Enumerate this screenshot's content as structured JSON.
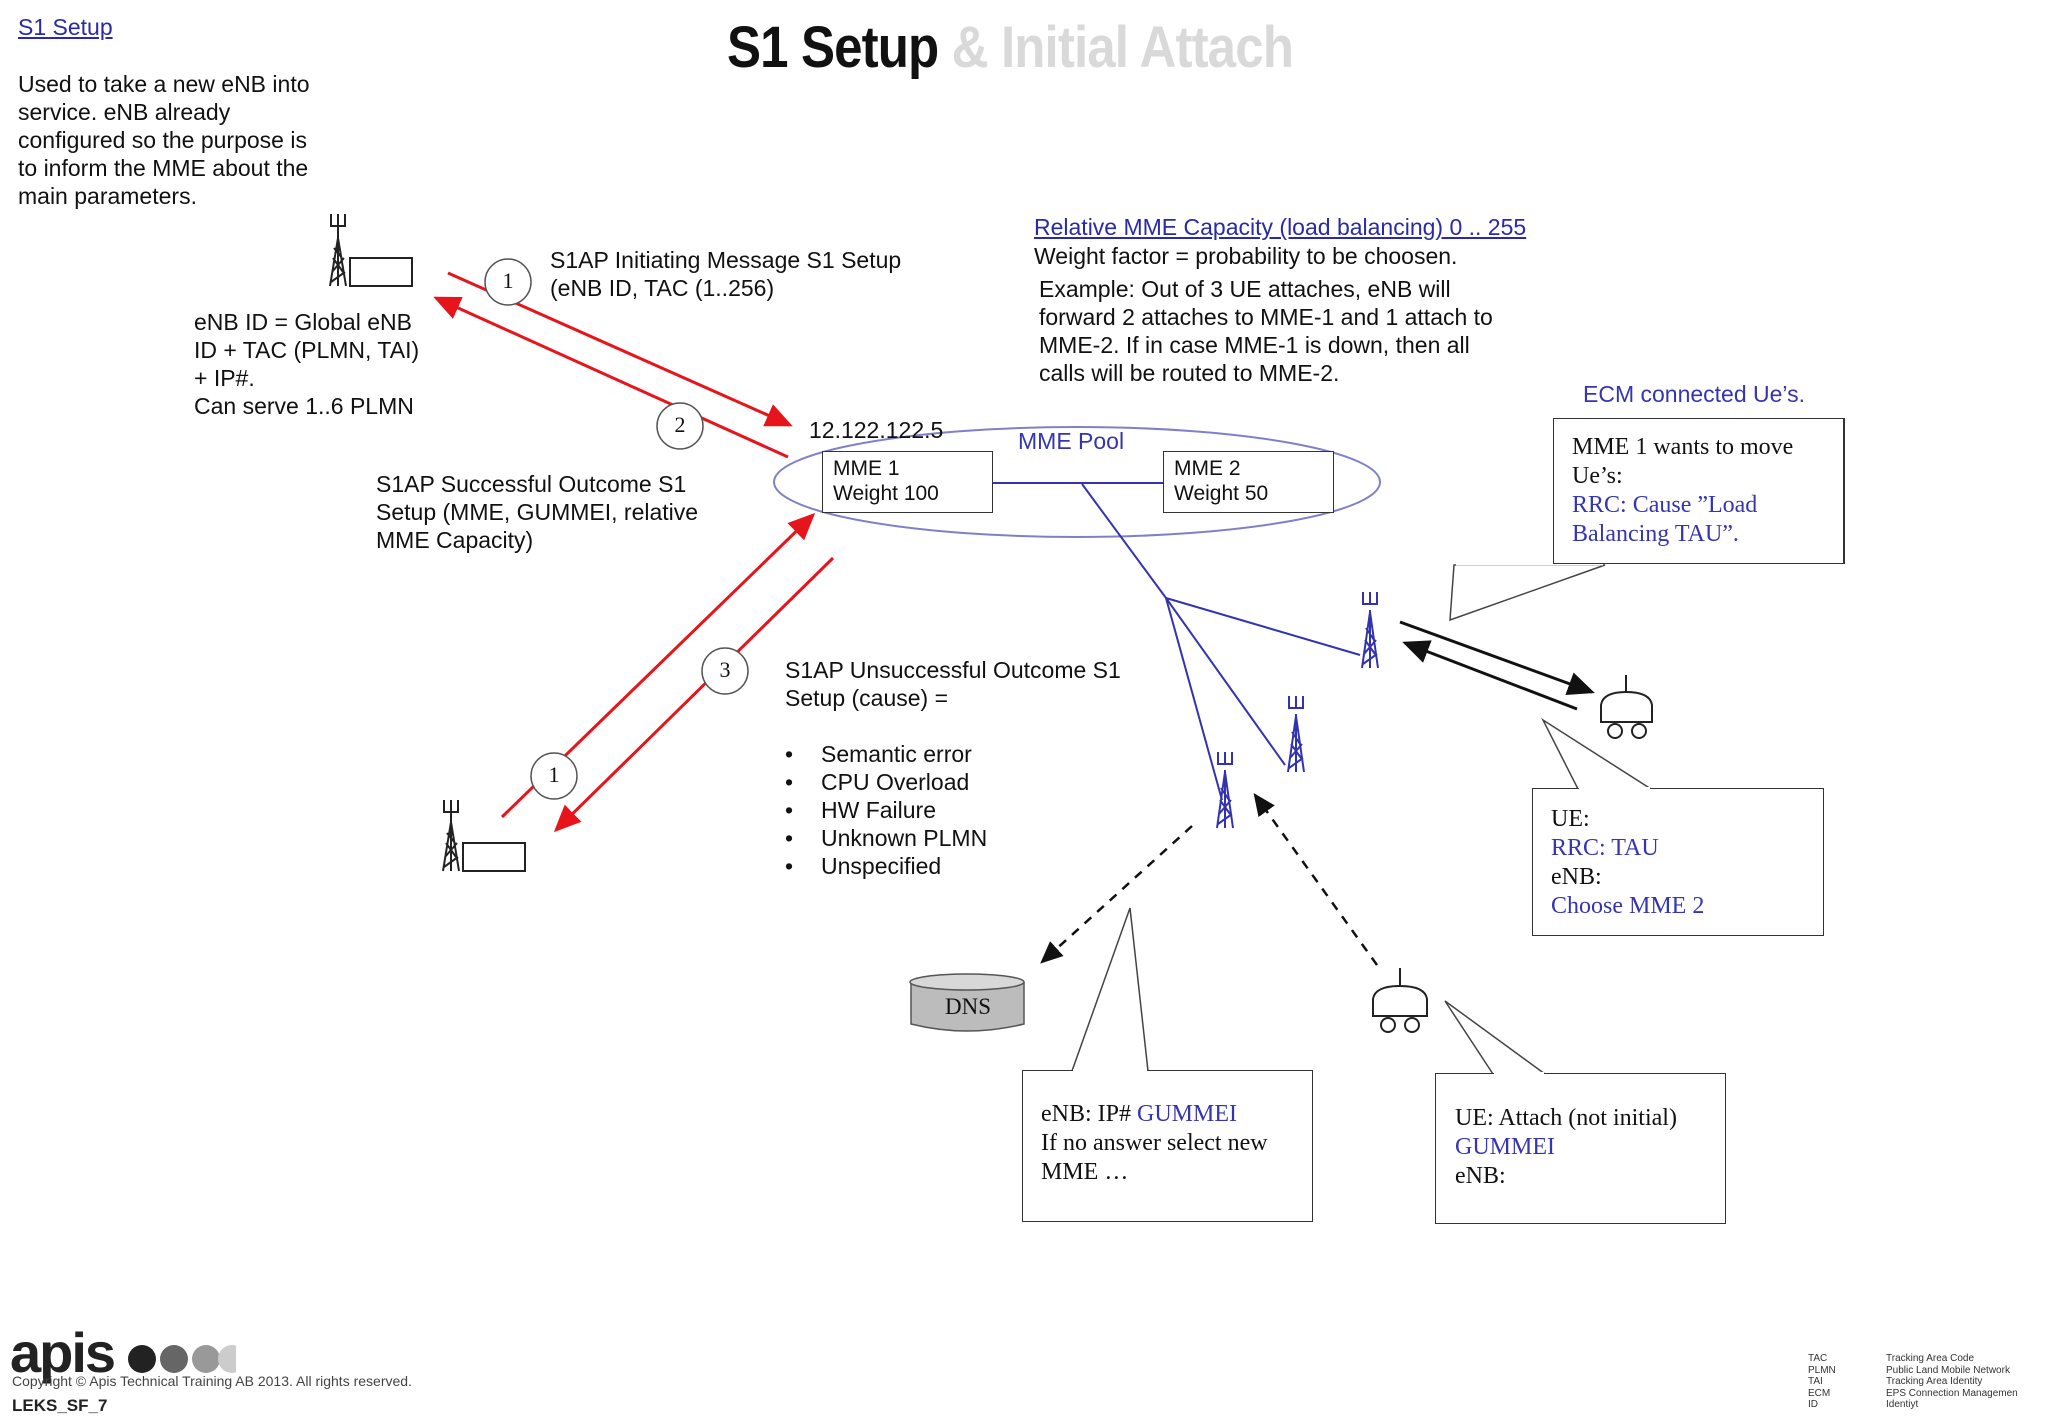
{
  "header": {
    "link": "S1 Setup",
    "title_main": "S1 Setup",
    "title_rest": "& Initial Attach"
  },
  "intro": {
    "lines": [
      "Used to take a new eNB into",
      "service. eNB already",
      "configured so the purpose is",
      "to inform the MME about the",
      "main parameters."
    ]
  },
  "enb_note": {
    "lines": [
      "eNB ID  = Global eNB",
      "ID + TAC (PLMN, TAI)",
      "+ IP#.",
      "Can serve 1..6 PLMN"
    ]
  },
  "step_labels": {
    "step1": "1",
    "step2": "2",
    "step3": "3",
    "step1b": "1"
  },
  "msg_initiating": {
    "lines": [
      "S1AP Initiating Message S1 Setup",
      "(eNB ID, TAC (1..256)"
    ]
  },
  "msg_success": {
    "lines": [
      "S1AP Successful Outcome S1",
      "Setup (MME, GUMMEI, relative",
      "MME Capacity)"
    ]
  },
  "msg_unsuccess": {
    "lines": [
      "S1AP Unsuccessful Outcome S1",
      "Setup (cause) ="
    ],
    "causes": [
      "Semantic error",
      "CPU Overload",
      "HW Failure",
      "Unknown PLMN",
      "Unspecified"
    ]
  },
  "capacity": {
    "link": "Relative MME Capacity (load balancing) 0 .. 255",
    "weight_line": "Weight factor = probability to be choosen.",
    "example_lines": [
      "Example: Out of 3 UE attaches, eNB will",
      "forward 2 attaches to MME-1 and 1 attach to",
      "MME-2.  If in case MME-1 is down, then all",
      "calls will be routed to MME-2."
    ]
  },
  "pool": {
    "ip": "12.122.122.5",
    "label": "MME Pool",
    "mme1": {
      "name": "MME 1",
      "weight": "Weight 100"
    },
    "mme2": {
      "name": "MME 2",
      "weight": "Weight 50"
    }
  },
  "ecm_label": "ECM connected Ue’s.",
  "callout_move": {
    "line1": "MME 1 wants to move",
    "line2": "Ue’s:",
    "line3": "RRC: Cause ”Load",
    "line4": "Balancing TAU”."
  },
  "callout_ue_tau": {
    "line1": "UE:",
    "line2": "RRC: TAU",
    "line3": "eNB:",
    "line4": "Choose MME 2"
  },
  "dns_label": "DNS",
  "callout_dns": {
    "line1_a": "eNB: IP# ",
    "line1_b": "GUMMEI",
    "line2": "If no answer select new",
    "line3": "MME …"
  },
  "callout_attach": {
    "line1": "UE: Attach (not initial)",
    "line2": "GUMMEI",
    "line3": "eNB:"
  },
  "footer": {
    "logo": "apis",
    "copyright": "Copyright © Apis Technical Training AB 2013. All rights reserved.",
    "slide_id": "LEKS_SF_7"
  },
  "abbreviations": [
    {
      "abbr": "TAC",
      "meaning": "Tracking Area Code"
    },
    {
      "abbr": "PLMN",
      "meaning": "Public Land Mobile Network"
    },
    {
      "abbr": "TAI",
      "meaning": "Tracking Area Identity"
    },
    {
      "abbr": "ECM",
      "meaning": "EPS Connection Managemen"
    },
    {
      "abbr": "ID",
      "meaning": "Identiyt"
    }
  ],
  "colors": {
    "signal_red": "#e8141c",
    "link_blue": "#3333b0",
    "pool_outline": "#8080c8"
  }
}
